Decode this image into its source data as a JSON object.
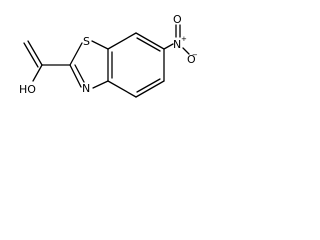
{
  "molecule": {
    "atoms": {
      "hydroxyl": "HO",
      "sulfur": "S",
      "thiazole_nitrogen": "N",
      "nitro_nitrogen": "N",
      "nitro_oxygen_top": "O",
      "nitro_oxygen_right": "O",
      "plus_charge": "+",
      "minus_charge": "−"
    }
  }
}
